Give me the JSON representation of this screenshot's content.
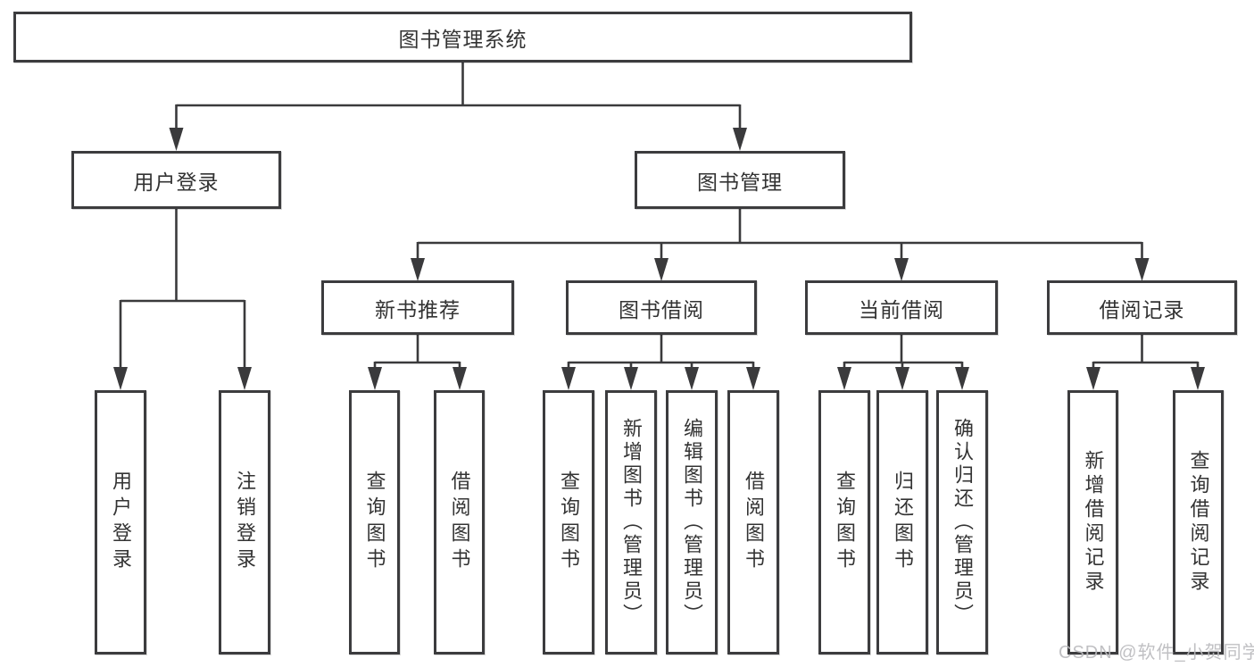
{
  "diagram": {
    "title": "图书管理系统",
    "root": {
      "label": "图书管理系统"
    },
    "branches": [
      {
        "label": "用户登录",
        "children": [
          {
            "label": "用户登录"
          },
          {
            "label": "注销登录"
          }
        ]
      },
      {
        "label": "图书管理",
        "children": [
          {
            "label": "新书推荐",
            "children": [
              {
                "label": "查询图书"
              },
              {
                "label": "借阅图书"
              }
            ]
          },
          {
            "label": "图书借阅",
            "children": [
              {
                "label": "查询图书"
              },
              {
                "label": "新增图书（管理员）"
              },
              {
                "label": "编辑图书（管理员）"
              },
              {
                "label": "借阅图书"
              }
            ]
          },
          {
            "label": "当前借阅",
            "children": [
              {
                "label": "查询图书"
              },
              {
                "label": "归还图书"
              },
              {
                "label": "确认归还（管理员）"
              }
            ]
          },
          {
            "label": "借阅记录",
            "children": [
              {
                "label": "新增借阅记录"
              },
              {
                "label": "查询借阅记录"
              }
            ]
          }
        ]
      }
    ]
  },
  "watermark": {
    "text": "CSDN @软件_小贺同学"
  },
  "colors": {
    "line": "#3a3a3c",
    "box_border": "#3c3c3e",
    "text": "#333333",
    "watermark": "#b9b9bc",
    "background": "#ffffff"
  }
}
